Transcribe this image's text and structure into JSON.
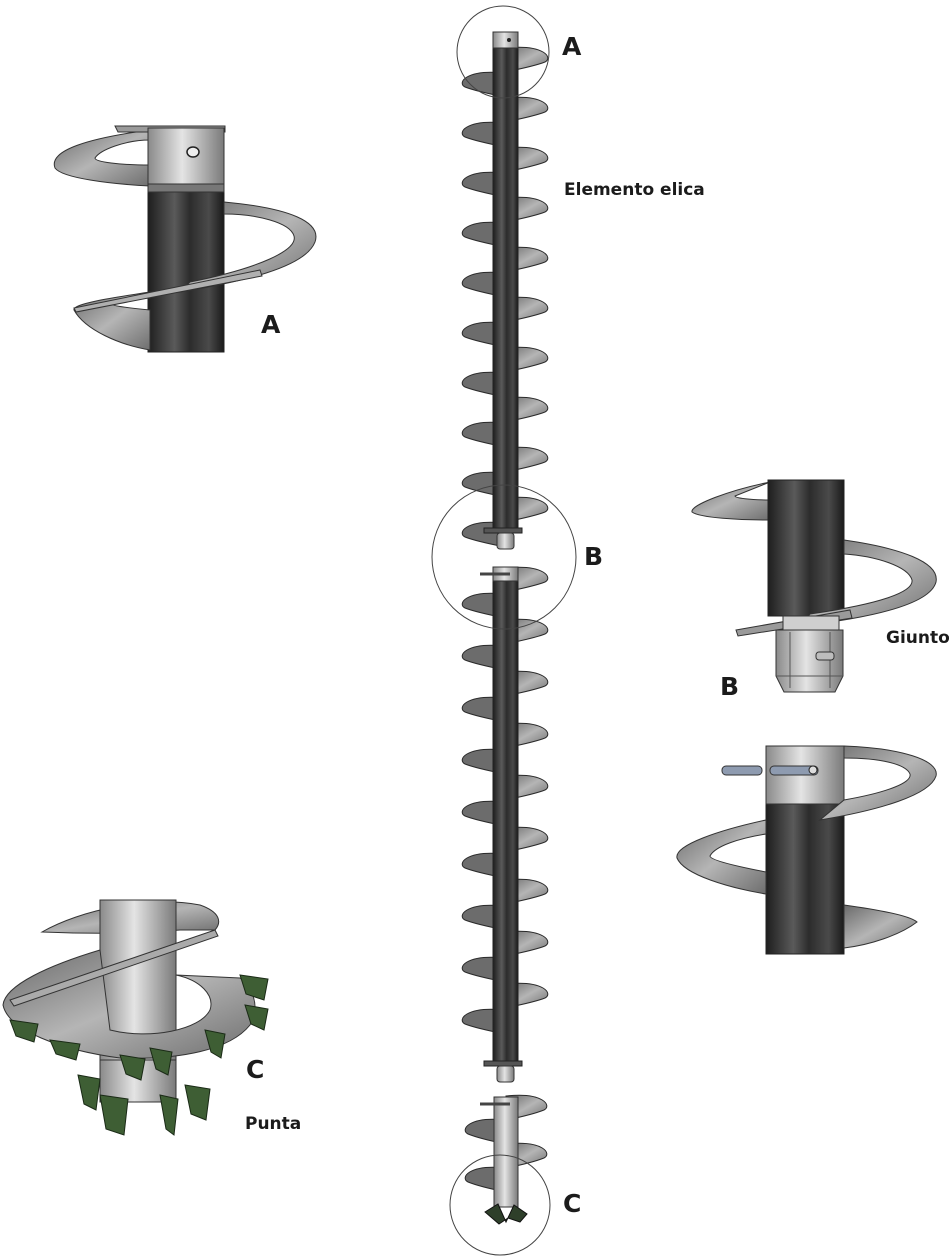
{
  "title": "Elemento elica",
  "detail_markers": {
    "a": "A",
    "b": "B",
    "c": "C"
  },
  "detail_labels": {
    "a": "A",
    "b": "B",
    "c": "C"
  },
  "part_names": {
    "joint": "Giunto",
    "tip": "Punta"
  },
  "colors": {
    "shaft": "#3a3a3a",
    "flight": "#8a8a8a",
    "flight_edge": "#5a5a5a",
    "teeth": "#3e5e34",
    "outline": "#2a2a2a",
    "circle": "#444444"
  }
}
